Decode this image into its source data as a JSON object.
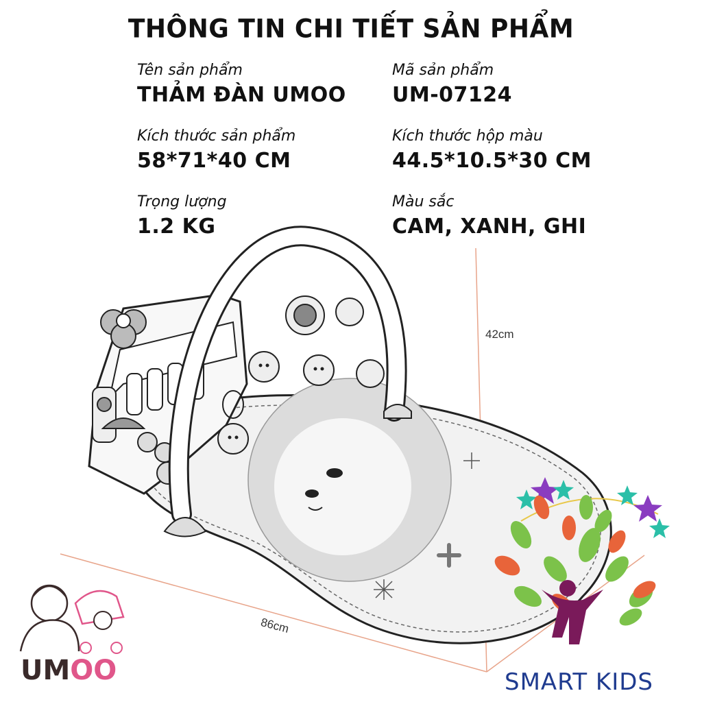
{
  "title": "THÔNG TIN CHI TIẾT SẢN PHẨM",
  "specs": {
    "name": {
      "label": "Tên sản phẩm",
      "value": "THẢM ĐÀN UMOO"
    },
    "code": {
      "label": "Mã sản phẩm",
      "value": "UM-07124"
    },
    "size": {
      "label": "Kích thước sản phẩm",
      "value": "58*71*40 CM"
    },
    "box": {
      "label": "Kích thước hộp màu",
      "value": "44.5*10.5*30 CM"
    },
    "weight": {
      "label": "Trọng lượng",
      "value": "1.2 KG"
    },
    "color": {
      "label": "Màu sắc",
      "value": "CAM, XANH, GHI"
    }
  },
  "dimensions": {
    "height": "42cm",
    "length": "86cm"
  },
  "brands": {
    "umoo": {
      "u": "UM",
      "oo": "OO"
    },
    "smart_kids": "SMART KIDS"
  },
  "colors": {
    "dimension_line": "#e8a48a",
    "smart_kids_blue": "#1f3b8f",
    "leaf_green": "#7cc24a",
    "leaf_orange": "#e8643a",
    "star_purple": "#8a3cc0",
    "star_teal": "#2bbfa8"
  }
}
